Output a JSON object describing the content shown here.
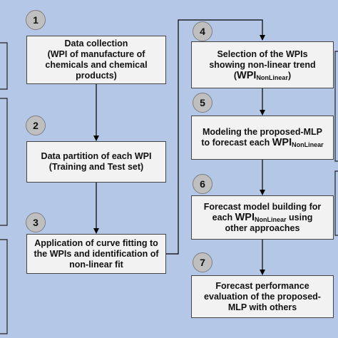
{
  "steps": [
    {
      "number": "1",
      "lines": [
        "Data collection",
        "(WPI of manufacture of",
        "chemicals and chemical",
        "products)"
      ]
    },
    {
      "number": "2",
      "lines": [
        "Data partition of each WPI",
        "(Training and Test set)"
      ]
    },
    {
      "number": "3",
      "lines": [
        "Application of curve fitting to",
        "the WPIs and identification of",
        "non-linear fit"
      ]
    },
    {
      "number": "4",
      "lines": [
        "Selection of the WPIs",
        "showing non-linear trend"
      ],
      "term": {
        "pre": "(",
        "main": "WPI",
        "sub": "NonLinear",
        "post": ")"
      }
    },
    {
      "number": "5",
      "lines": [
        "Modeling the proposed-MLP"
      ],
      "term_line": {
        "pre": "to forecast each ",
        "main": "WPI",
        "sub": "NonLinear"
      }
    },
    {
      "number": "6",
      "lines": [
        "Forecast model building for"
      ],
      "term_line": {
        "pre": "each ",
        "main": "WPI",
        "sub": "NonLinear",
        "post": " using"
      },
      "lines_after": [
        "other approaches"
      ]
    },
    {
      "number": "7",
      "lines": [
        "Forecast performance",
        "evaluation of the proposed-",
        "MLP with others"
      ]
    }
  ],
  "colors": {
    "background": "#b4c7e7",
    "box_fill": "#f2f2f2",
    "box_border": "#444444",
    "circle_fill": "#bfbfbf",
    "arrow": "#000000"
  }
}
